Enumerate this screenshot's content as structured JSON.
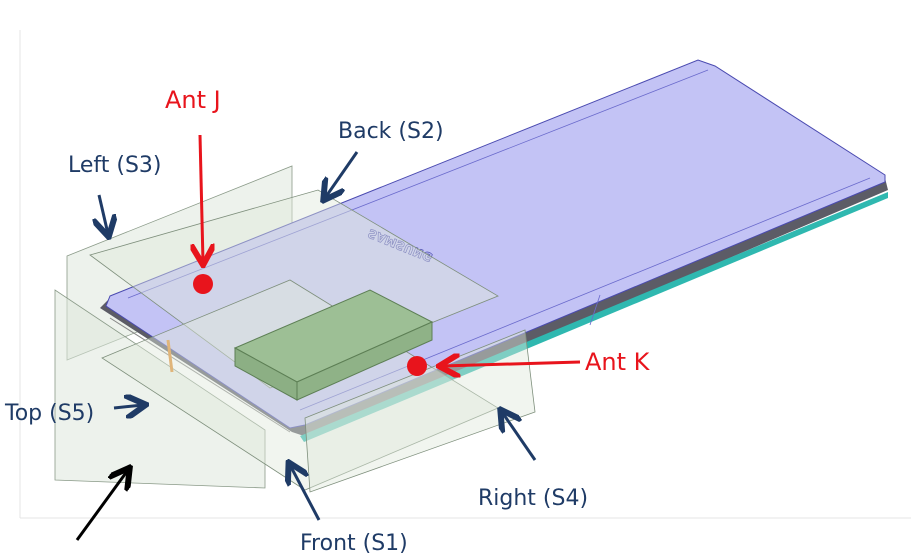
{
  "labels": {
    "ant_j": "Ant J",
    "ant_k": "Ant K",
    "back": "Back (S2)",
    "left": "Left (S3)",
    "top": "Top (S5)",
    "front": "Front (S1)",
    "right": "Right (S4)"
  },
  "logo_text": "SAMSUNG",
  "colors": {
    "antenna": "#e8141c",
    "label": "#1f3b66",
    "phone_back": "#c3c3f5",
    "panel": "#dfe8dc",
    "block": "#9dbf95"
  }
}
